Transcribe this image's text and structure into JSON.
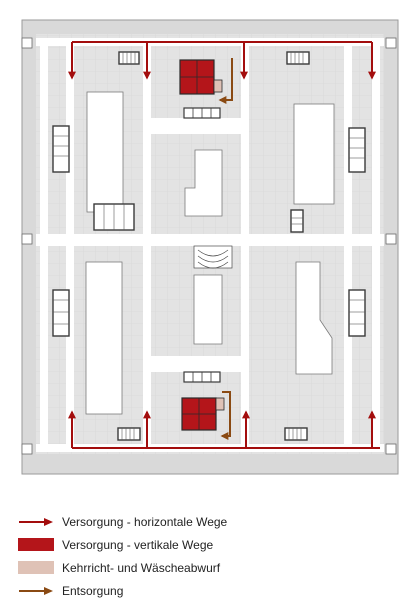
{
  "colors": {
    "supply": "#a30d0d",
    "vertical_core": "#b4151a",
    "chute": "#dfc2b6",
    "disposal": "#8a4a13",
    "floor": "#e3e3e3",
    "corridor": "#ffffff",
    "wall": "#5a5a5a"
  },
  "legend": [
    {
      "key": "supply-horizontal",
      "label": "Versorgung - horizontale Wege",
      "swatch": "arrow",
      "color": "#a30d0d"
    },
    {
      "key": "supply-vertical",
      "label": "Versorgung - vertikale Wege",
      "swatch": "box",
      "color": "#b4151a"
    },
    {
      "key": "chute",
      "label": "Kehrricht- und Wäscheabwurf",
      "swatch": "box",
      "color": "#dfc2b6"
    },
    {
      "key": "disposal",
      "label": "Entsorgung",
      "swatch": "arrow",
      "color": "#8a4a13"
    }
  ]
}
